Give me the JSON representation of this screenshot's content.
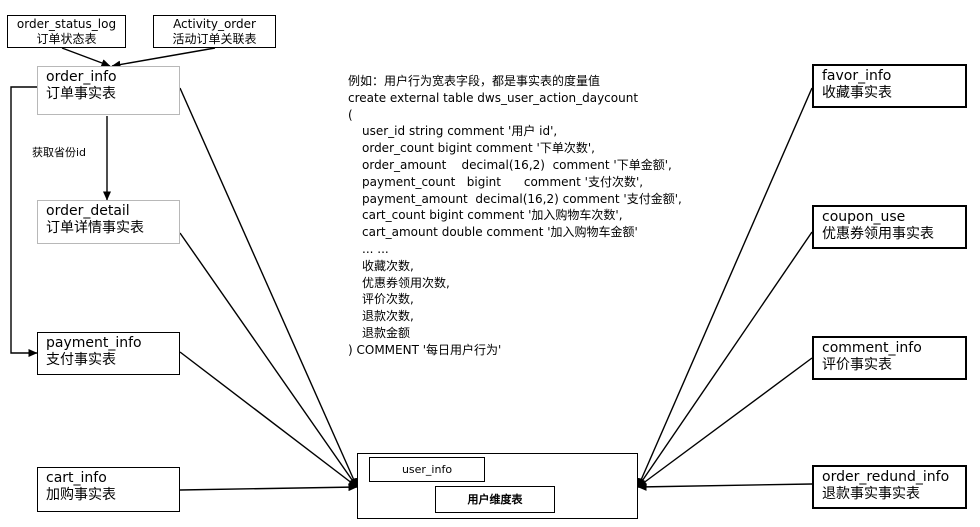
{
  "top_boxes": {
    "order_status_log": {
      "en": "order_status_log",
      "cn": "订单状态表"
    },
    "activity_order": {
      "en": "Activity_order",
      "cn": "活动订单关联表"
    }
  },
  "left_boxes": {
    "order_info": {
      "en": "order_info",
      "cn": "订单事实表"
    },
    "order_detail": {
      "en": "order_detail",
      "cn": "订单详情事实表"
    },
    "payment_info": {
      "en": "payment_info",
      "cn": "支付事实表"
    },
    "cart_info": {
      "en": "cart_info",
      "cn": "加购事实表"
    }
  },
  "right_boxes": {
    "favor_info": {
      "en": "favor_info",
      "cn": "收藏事实表"
    },
    "coupon_use": {
      "en": "coupon_use",
      "cn": "优惠券领用事实表"
    },
    "comment_info": {
      "en": "comment_info",
      "cn": "评价事实表"
    },
    "order_redund_info": {
      "en": "order_redund_info",
      "cn": "退款事实事实表"
    }
  },
  "edge_label": "获取省份id",
  "sql_lines": [
    {
      "text": "例如：用户行为宽表字段，都是事实表的度量值",
      "indent": false
    },
    {
      "text": "create external table dws_user_action_daycount",
      "indent": false
    },
    {
      "text": "(",
      "indent": false
    },
    {
      "text": "user_id string comment '用户 id',",
      "indent": true
    },
    {
      "text": "order_count bigint comment '下单次数',",
      "indent": true
    },
    {
      "text": "order_amount    decimal(16,2)  comment '下单金额',",
      "indent": true
    },
    {
      "text": "payment_count   bigint      comment '支付次数',",
      "indent": true
    },
    {
      "text": "payment_amount  decimal(16,2) comment '支付金额',",
      "indent": true
    },
    {
      "text": "cart_count bigint comment '加入购物车次数',",
      "indent": true
    },
    {
      "text": "cart_amount double comment '加入购物车金额'",
      "indent": true
    },
    {
      "text": "... ...",
      "indent": true
    },
    {
      "text": "收藏次数,",
      "indent": true
    },
    {
      "text": "优惠券领用次数,",
      "indent": true
    },
    {
      "text": "评价次数,",
      "indent": true
    },
    {
      "text": "退款次数,",
      "indent": true
    },
    {
      "text": "退款金额",
      "indent": true
    },
    {
      "text": ") COMMENT '每日用户行为'",
      "indent": false
    }
  ],
  "target": {
    "user_info": "user_info",
    "dim_label": "用户维度表"
  }
}
